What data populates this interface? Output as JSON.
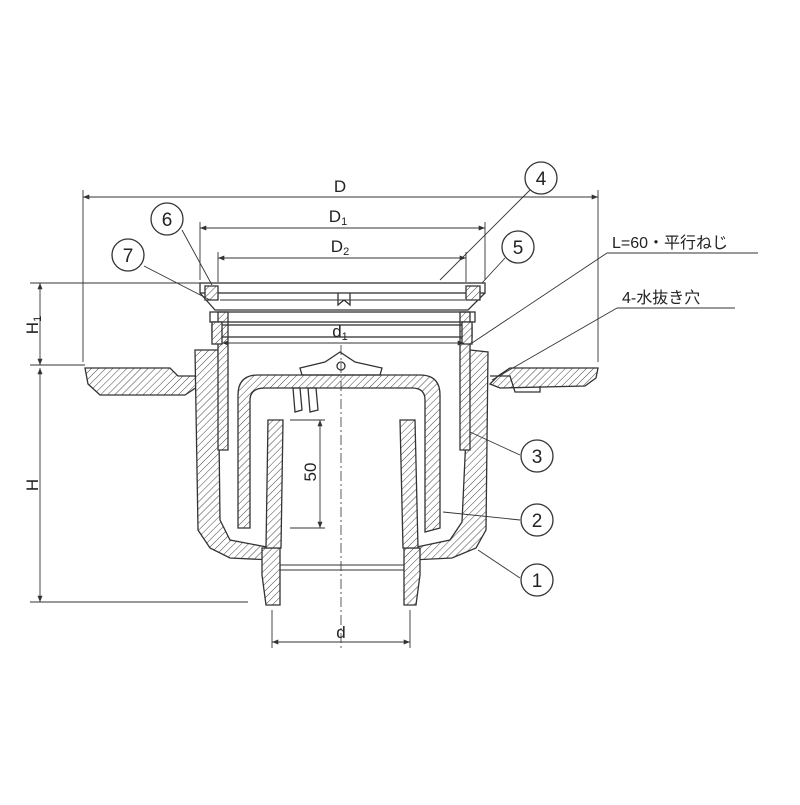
{
  "dimensions": {
    "D": "D",
    "D1_main": "D",
    "D1_sub": "1",
    "D2_main": "D",
    "D2_sub": "2",
    "d1_main": "d",
    "d1_sub": "1",
    "d": "d",
    "H": "H",
    "H1_main": "H",
    "H1_sub": "1",
    "depth_50": "50"
  },
  "callouts": [
    {
      "number": "1"
    },
    {
      "number": "2"
    },
    {
      "number": "3"
    },
    {
      "number": "4"
    },
    {
      "number": "5"
    },
    {
      "number": "6"
    },
    {
      "number": "7"
    }
  ],
  "notes": {
    "thread": "L=60・平行ねじ",
    "drain_holes": "4-水抜き穴"
  },
  "colors": {
    "line": "#333333",
    "background": "#ffffff"
  }
}
